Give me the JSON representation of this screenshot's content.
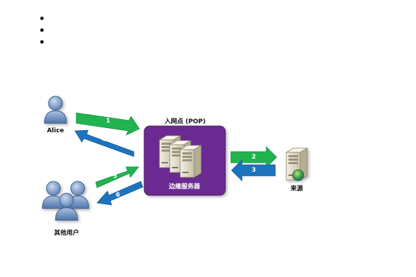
{
  "bullets": [
    {
      "text": ""
    },
    {
      "text": ""
    },
    {
      "text": ""
    }
  ],
  "labels": {
    "alice": "Alice",
    "other_users": "其他用户",
    "pop_title": "入网点 (POP)",
    "edge_servers": "边缘服务器",
    "origin": "来源"
  },
  "steps": {
    "s1": "1",
    "s2": "2",
    "s3": "3",
    "s4": "4",
    "s5": "5",
    "s6": "6"
  },
  "colors": {
    "pop_fill": "#6b2c91",
    "arrow_green": "#21b34f",
    "arrow_blue": "#1d73be",
    "user_body": "#6d90bf",
    "server_body": "#e2dccb"
  },
  "icons": {
    "user": "user-icon",
    "server": "server-icon",
    "globe": "globe-icon"
  }
}
